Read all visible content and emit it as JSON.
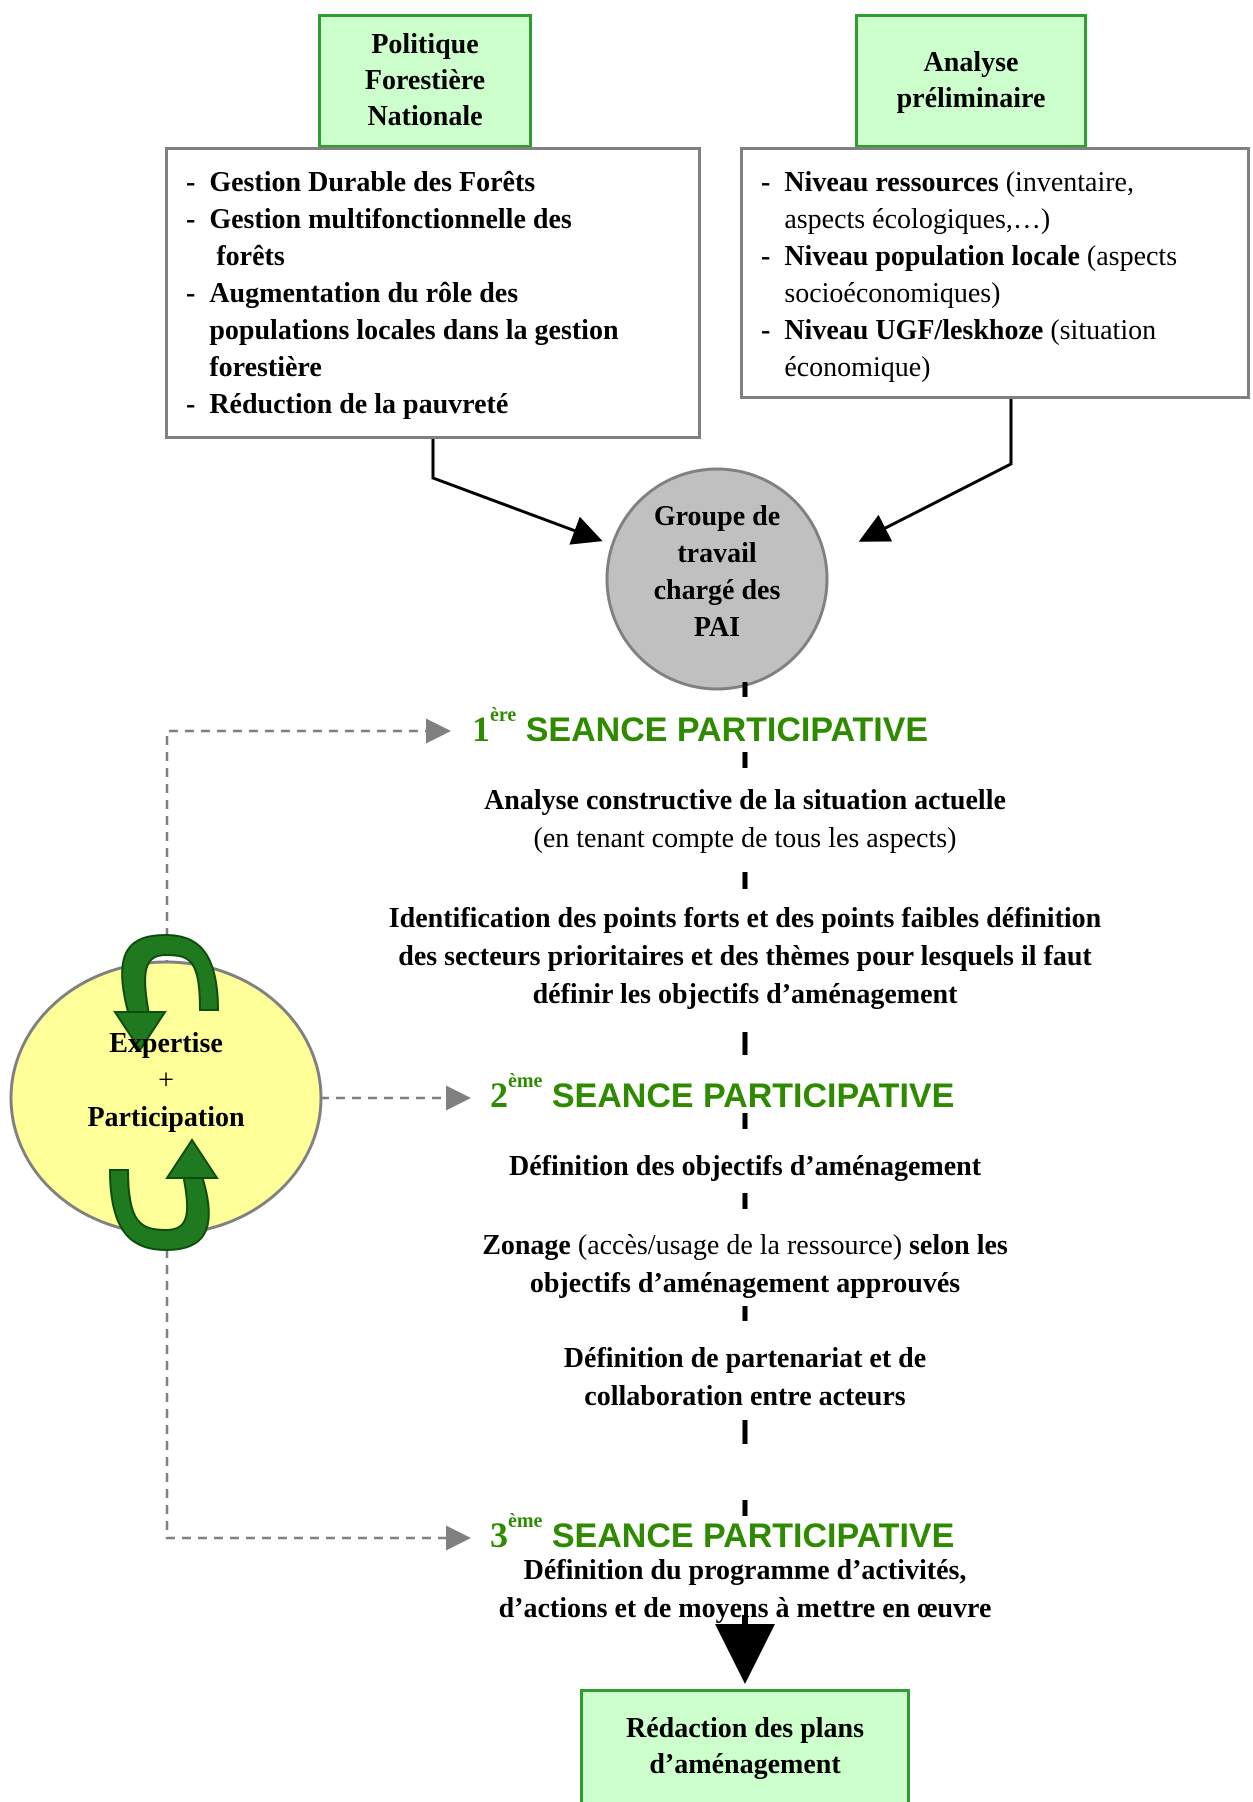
{
  "top_left_box": {
    "title_lines": [
      "Politique",
      "Forestière",
      "Nationale"
    ]
  },
  "top_right_box": {
    "title_lines": [
      "Analyse",
      "préliminaire"
    ]
  },
  "left_list": {
    "items": [
      {
        "dash": "-  ",
        "lines": [
          "Gestion Durable des Forêts"
        ]
      },
      {
        "dash": "-  ",
        "lines": [
          "Gestion multifonctionnelle des",
          " forêts"
        ]
      },
      {
        "dash": "-  ",
        "lines": [
          "Augmentation du rôle des",
          "populations locales dans la gestion",
          "forestière"
        ]
      },
      {
        "dash": "-  ",
        "lines": [
          "Réduction de la pauvreté"
        ]
      }
    ]
  },
  "right_list": {
    "items": [
      {
        "dash": "-  ",
        "bold": "Niveau ressources",
        "normal": " (inventaire,",
        "line2": "aspects écologiques,…)"
      },
      {
        "dash": "-  ",
        "bold": "Niveau population locale",
        "normal": " (aspects",
        "line2": "socioéconomiques)"
      },
      {
        "dash": "-  ",
        "bold": "Niveau UGF/leskhoze",
        "normal": " (situation",
        "line2": "économique)"
      }
    ]
  },
  "working_group": {
    "lines": [
      "Groupe de",
      "travail",
      "chargé des",
      "PAI"
    ]
  },
  "seance1": {
    "num": "1",
    "sup": "ère",
    "label": "SEANCE PARTICIPATIVE"
  },
  "step1": {
    "bold": "Analyse constructive de la situation actuelle",
    "normal": "(en tenant compte de tous les aspects)"
  },
  "step2": {
    "lines": [
      "Identification des points forts et des points faibles définition",
      "des secteurs prioritaires et des thèmes pour lesquels il faut",
      "définir les objectifs d’aménagement"
    ]
  },
  "seance2": {
    "num": "2",
    "sup": "ème",
    "label": "SEANCE PARTICIPATIVE"
  },
  "step3": {
    "text": "Définition des objectifs d’aménagement"
  },
  "step4": {
    "bold_a": "Zonage",
    "normal": " (accès/usage de la ressource) ",
    "bold_b": "selon les",
    "line2": "objectifs d’aménagement approuvés"
  },
  "step5": {
    "lines": [
      "Définition de partenariat et de",
      "collaboration entre acteurs"
    ]
  },
  "seance3": {
    "num": "3",
    "sup": "ème",
    "label": "SEANCE PARTICIPATIVE"
  },
  "step6": {
    "lines": [
      "Définition du programme d’activités,",
      "d’actions et de moyens à mettre en œuvre"
    ]
  },
  "final_box": {
    "lines": [
      "Rédaction des plans",
      "d’aménagement"
    ]
  },
  "ellipse": {
    "line1": "Expertise",
    "line2": "+",
    "line3": "Participation"
  },
  "colors": {
    "green_fill": "#ccffcc",
    "green_border": "#2f9e2f",
    "seance_green": "#2e8b00",
    "ellipse_fill": "#ffff99",
    "circle_fill": "#c0c0c0",
    "cycle_arrow": "#1f7a1f"
  }
}
